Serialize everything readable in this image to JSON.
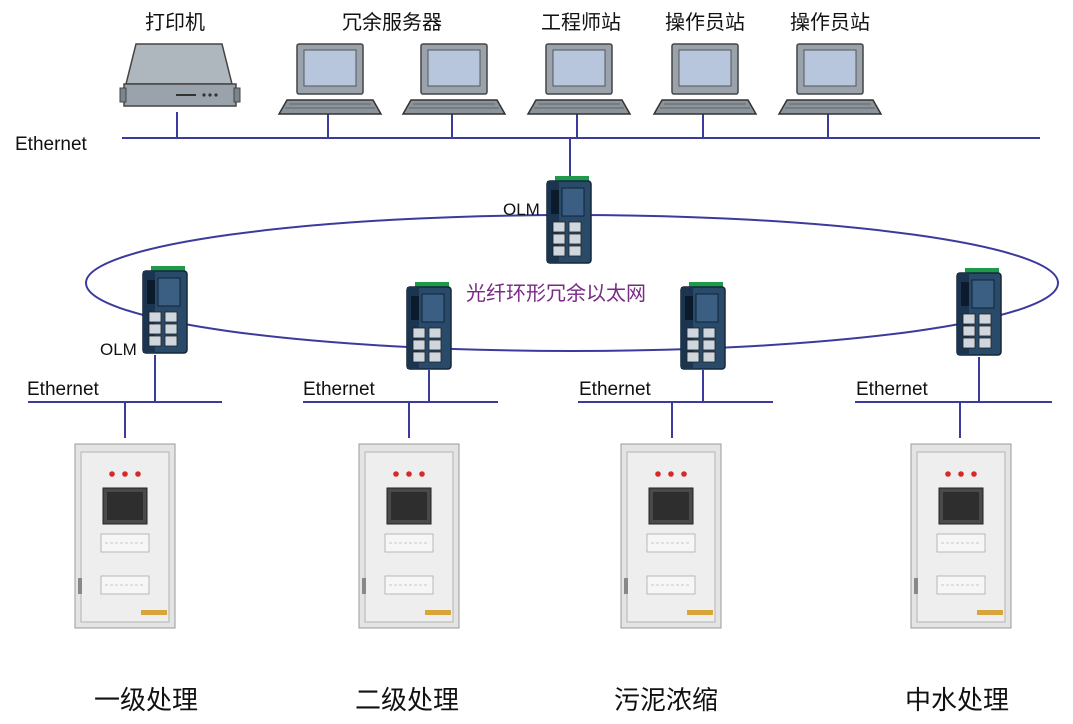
{
  "top_devices": {
    "printer": "打印机",
    "redundant_servers": "冗余服务器",
    "engineer_station": "工程师站",
    "operator_station_1": "操作员站",
    "operator_station_2": "操作员站"
  },
  "networks": {
    "top_ethernet": "Ethernet",
    "ring_label": "光纤环形冗余以太网",
    "olm_top": "OLM",
    "olm_left": "OLM",
    "bottom_ethernet": [
      "Ethernet",
      "Ethernet",
      "Ethernet",
      "Ethernet"
    ]
  },
  "cabinets": [
    "一级处理",
    "二级处理",
    "污泥浓缩",
    "中水处理"
  ],
  "colors": {
    "line": "#3b3b9e",
    "ring_label": "#7a2a86",
    "monitor": "#9aa3ac",
    "screen": "#b8c6dd",
    "switch": "#2a4a6a",
    "cabinet": "#e4e4e4"
  }
}
